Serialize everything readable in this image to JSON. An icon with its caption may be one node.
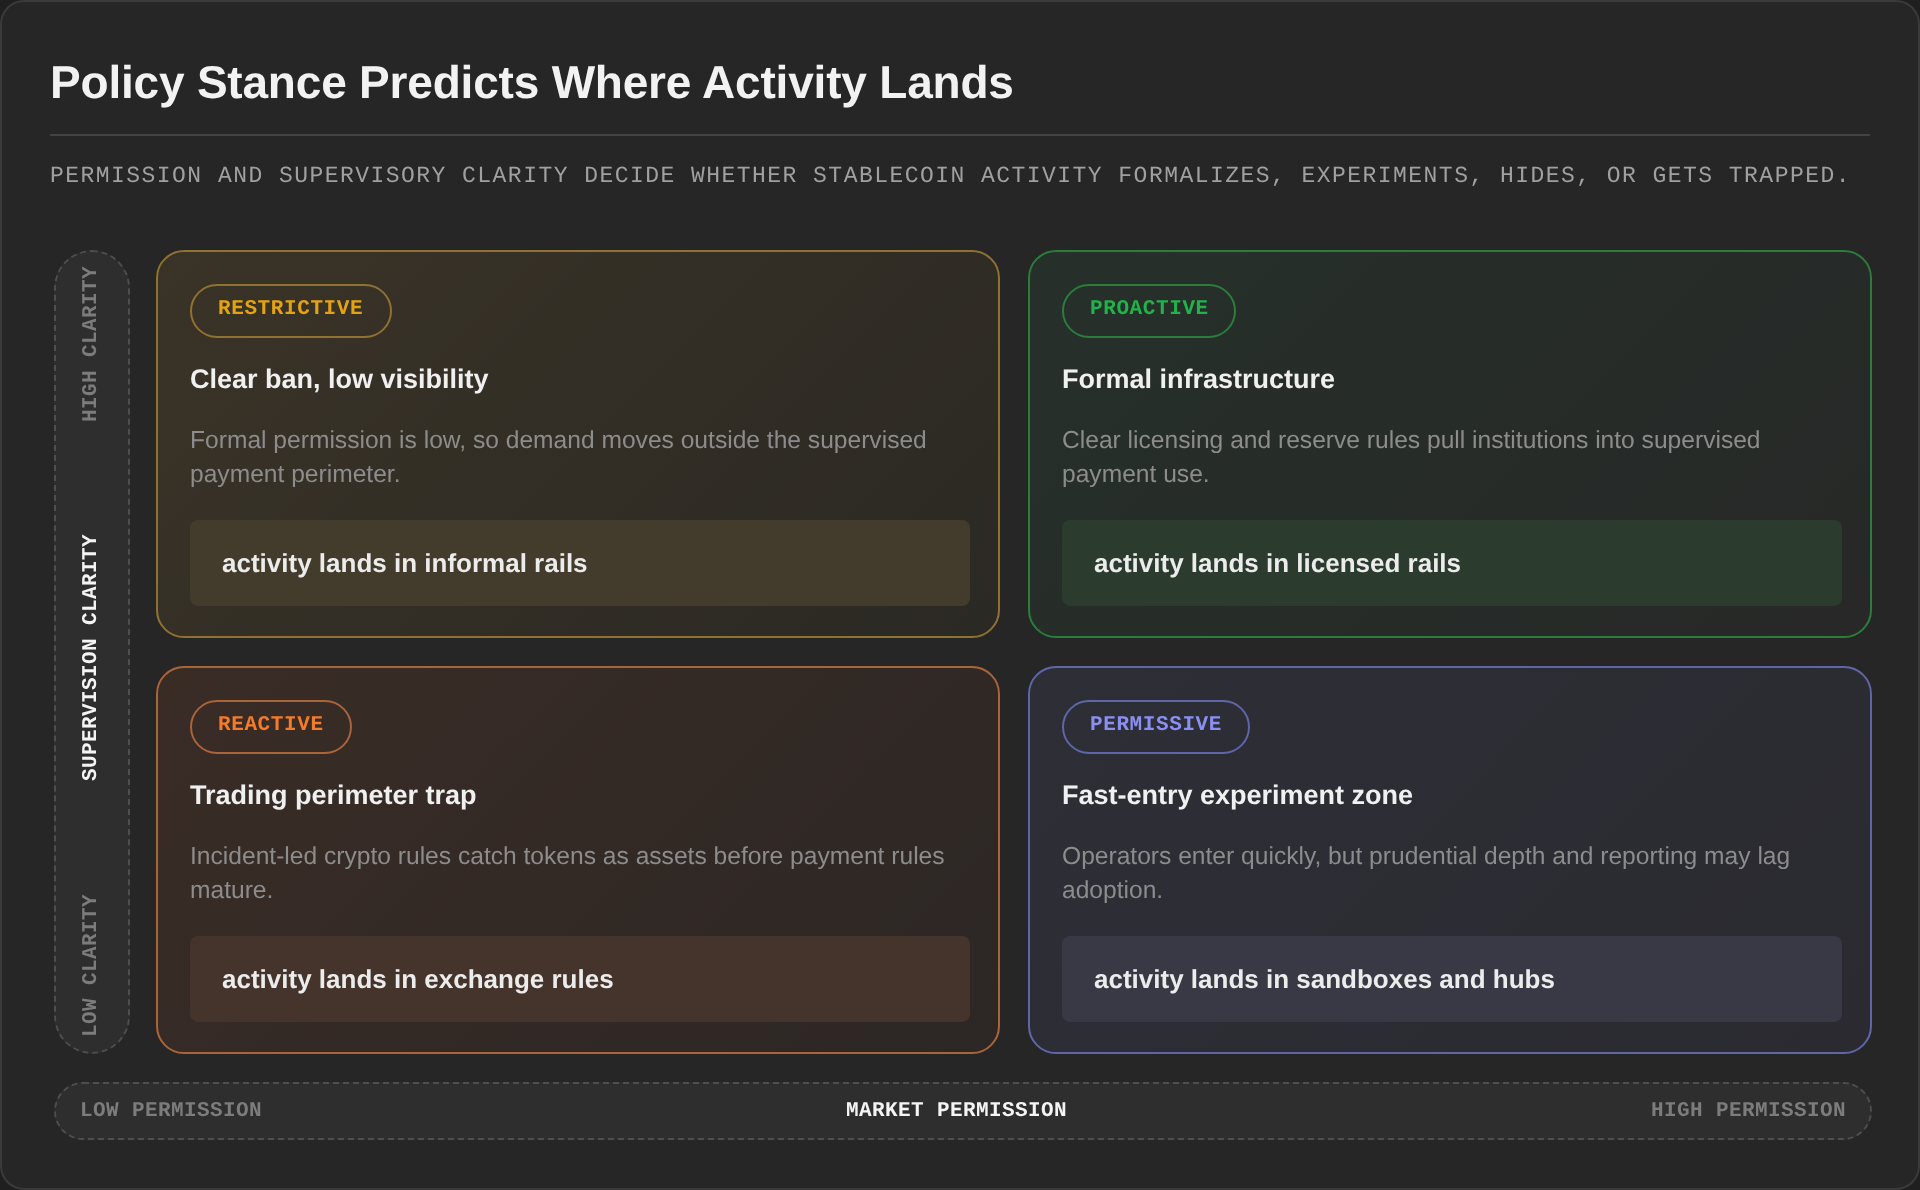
{
  "diagram": {
    "title": "Policy Stance Predicts Where Activity Lands",
    "nodes": [
      {
        "text": [
          "HIGH CLARITY",
          "SUPERVISION CLARITY",
          "LOW CLARITY"
        ]
      },
      {
        "text": [
          "Clear ban, low visibility",
          "Formal permission is low, so demand moves outside the supervised payment perimeter."
        ]
      },
      {
        "text": [
          "RESTRICTIVE"
        ],
        "in": 1
      },
      {
        "text": [
          "activity lands in informal rails"
        ],
        "in": 1
      },
      {
        "text": [
          "Formal infrastructure",
          "Clear licensing and reserve rules pull institutions into supervised payment use."
        ]
      },
      {
        "text": [
          "PROACTIVE"
        ],
        "in": 4
      },
      {
        "text": [
          "activity lands in licensed rails"
        ],
        "in": 4
      },
      {
        "text": [
          "Trading perimeter trap",
          "Incident-led crypto rules catch tokens as assets before payment rules mature."
        ]
      },
      {
        "text": [
          "REACTIVE"
        ],
        "in": 7
      },
      {
        "text": [
          "activity lands in exchange rules"
        ],
        "in": 7
      },
      {
        "text": [
          "Fast-entry experiment zone",
          "Operators enter quickly, but prudential depth and reporting may lag adoption."
        ]
      },
      {
        "text": [
          "PERMISSIVE"
        ],
        "in": 10
      },
      {
        "text": [
          "activity lands in sandboxes and hubs"
        ],
        "in": 10
      },
      {
        "text": [
          "LOW PERMISSION",
          "MARKET PERMISSION",
          "HIGH PERMISSION"
        ]
      }
    ],
    "labels": [
      "PERMISSION AND SUPERVISORY CLARITY DECIDE WHETHER STABLECOIN ACTIVITY FORMALIZES, EXPERIMENTS, HIDES, OR GETS TRAPPED."
    ]
  }
}
